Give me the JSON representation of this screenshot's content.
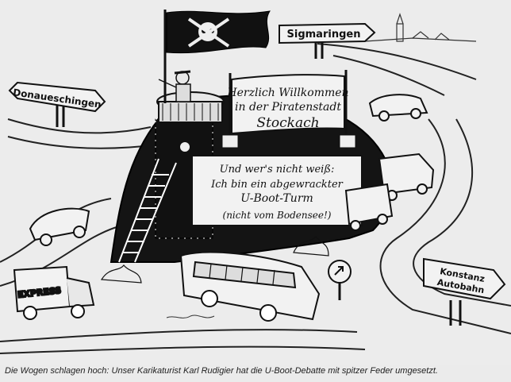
{
  "signs": {
    "donaueschingen": "Donaueschingen",
    "sigmaringen": "Sigmaringen",
    "konstanz_line1": "Konstanz",
    "konstanz_line2": "Autobahn"
  },
  "banner": {
    "line1": "Herzlich Willkommen",
    "line2": "in der Piratenstadt",
    "line3": "Stockach"
  },
  "tower_sign": {
    "line1": "Und wer's nicht weiß:",
    "line2": "Ich bin ein abgewrackter",
    "line3": "U-Boot-Turm",
    "line4": "(nicht vom Bodensee!)"
  },
  "vehicles": {
    "express_truck": "EXPRESS"
  },
  "caption": "Die Wogen schlagen hoch: Unser Karikaturist Karl Rudigier hat die U-Boot-Debatte mit spitzer Feder umgesetzt.",
  "icons": [
    "skull-crossbones-flag",
    "submarine-tower",
    "road-sign",
    "bus",
    "truck",
    "car"
  ]
}
